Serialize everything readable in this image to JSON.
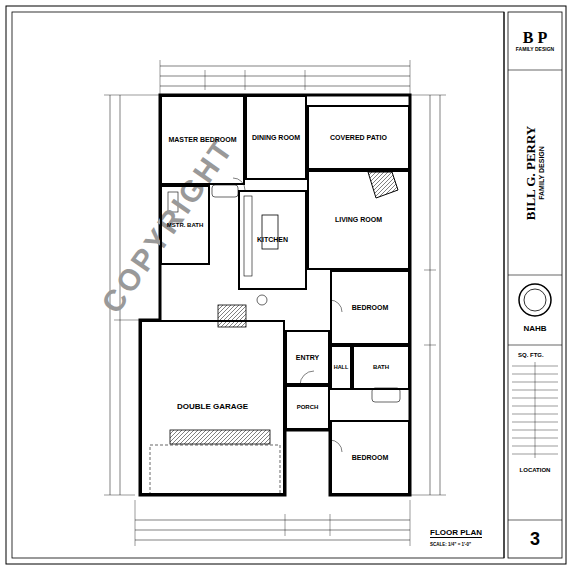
{
  "diagram": {
    "title": "FLOOR PLAN",
    "nodes": [
      {
        "text": [
          "MASTER BEDROOM"
        ]
      },
      {
        "text": [
          "DINING ROOM"
        ]
      },
      {
        "text": [
          "COVERED PATIO"
        ]
      },
      {
        "text": [
          "MSTR. BATH"
        ]
      },
      {
        "text": [
          "KITCHEN"
        ]
      },
      {
        "text": [
          "LIVING ROOM"
        ]
      },
      {
        "text": [
          "BEDROOM"
        ]
      },
      {
        "text": [
          "DOUBLE GARAGE"
        ]
      },
      {
        "text": [
          "ENTRY"
        ]
      },
      {
        "text": [
          "PORCH"
        ]
      },
      {
        "text": [
          "HALL"
        ]
      },
      {
        "text": [
          "BATH"
        ]
      },
      {
        "text": [
          "BEDROOM"
        ]
      },
      {
        "text": [
          "BILL G. PERRY",
          "FAMILY DESIGN"
        ]
      },
      {
        "text": [
          "B P",
          "FAMILY DESIGN"
        ]
      },
      {
        "text": [
          "NAHB"
        ]
      },
      {
        "text": [
          "LOCATION"
        ]
      },
      {
        "text": [
          "3"
        ]
      }
    ],
    "labels": [
      "SCALE: 1/4\" = 1'-0\"",
      "SQ. FTG.",
      "COPYRIGHT"
    ]
  }
}
